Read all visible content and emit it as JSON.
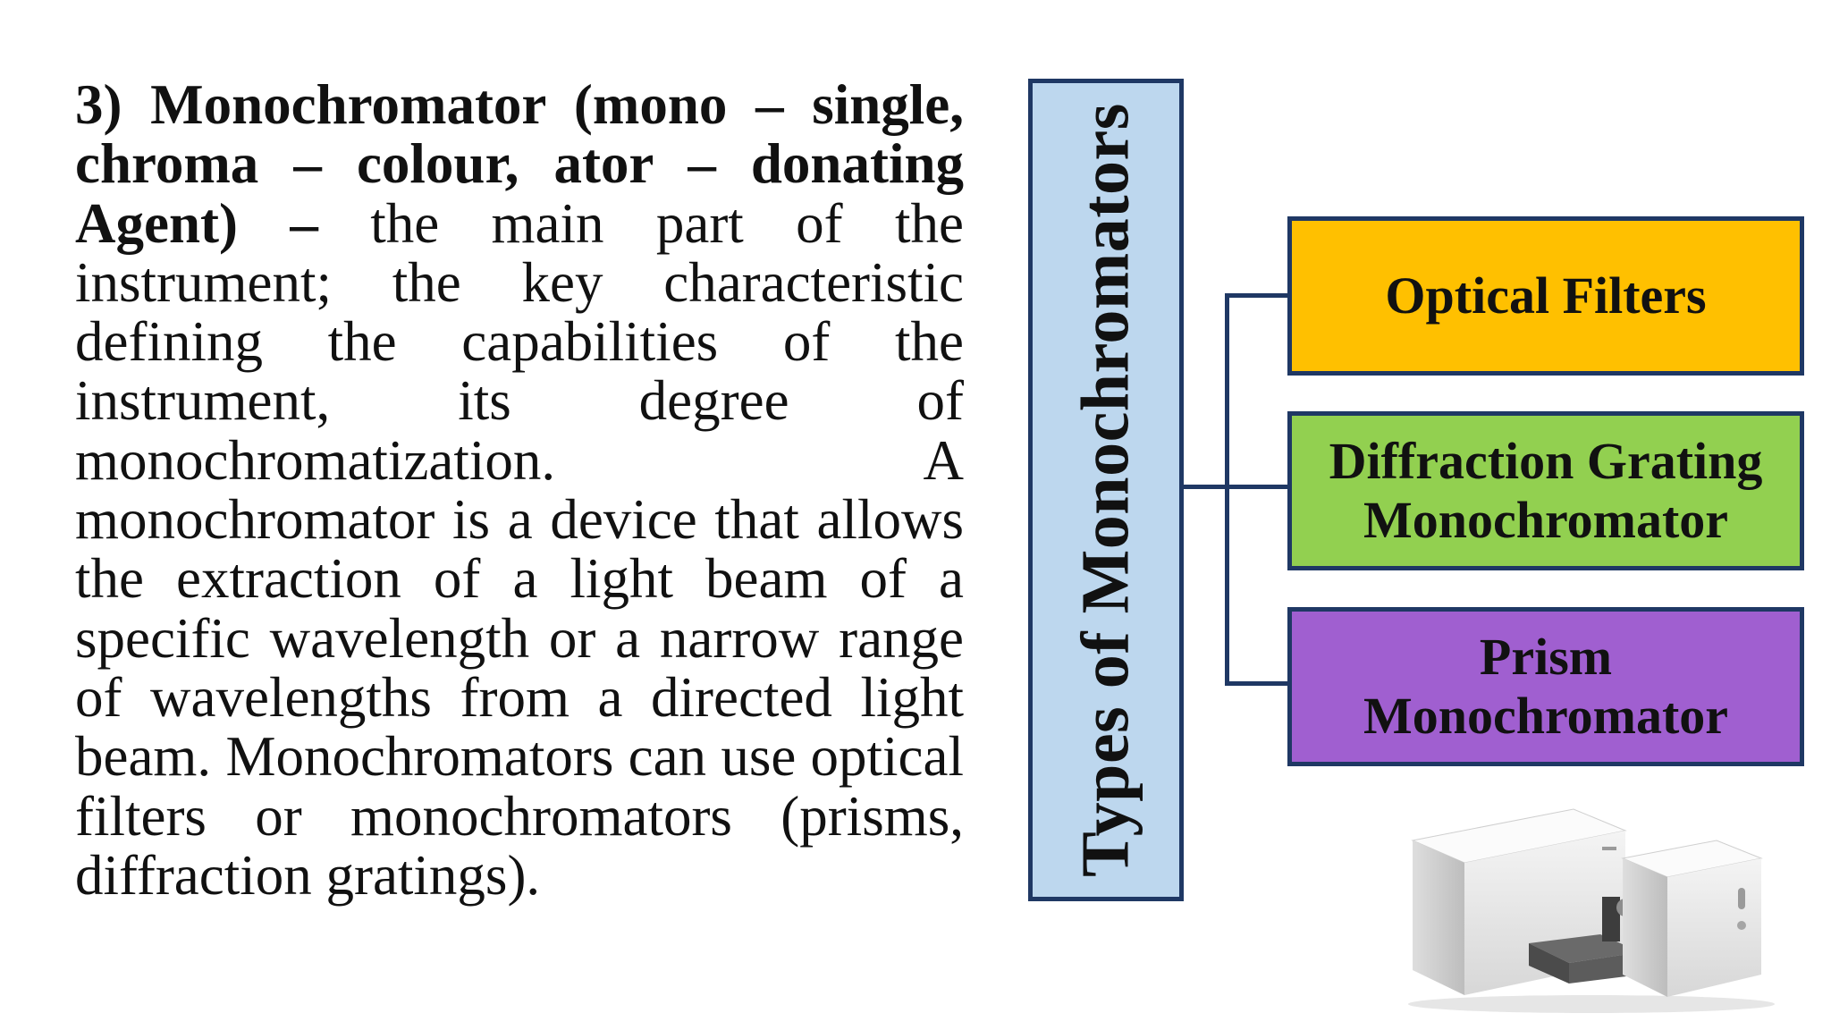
{
  "paragraph": {
    "bold_lead": "3) Monochromator (mono – single, chroma – colour, ator – donating Agent) –",
    "body": " the main part of the instrument; the key characteristic defining the capabilities of the instrument, its degree of monochromatization. A monochromator is a device that allows the extraction of a light beam of a specific wavelength or a narrow range of wavelengths from a directed light beam. Monochromators can use optical filters or monochromators (prisms, diffraction gratings)."
  },
  "diagram": {
    "title": "Types of Monochromators",
    "types": [
      {
        "label": "Optical  Filters",
        "color": "#ffc000"
      },
      {
        "label": "Diffraction  Grating\nMonochromator",
        "color": "#92d050"
      },
      {
        "label": "Prism\nMonochromator",
        "color": "#a05fd0"
      }
    ],
    "border_color": "#1f3864",
    "title_box_color": "#bdd7ee"
  },
  "image": {
    "icon": "spectrophotometer-icon"
  }
}
